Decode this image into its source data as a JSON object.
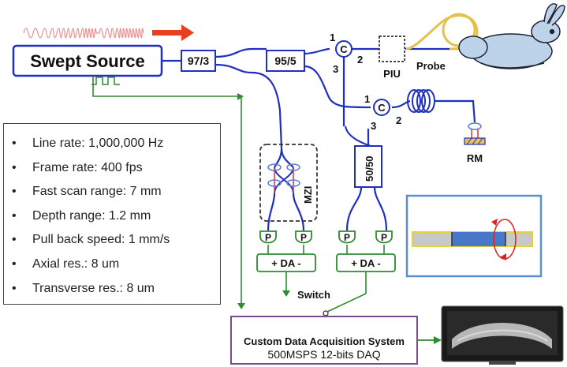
{
  "source": {
    "label": "Swept Source"
  },
  "couplers": {
    "c1": "97/3",
    "c2": "95/5",
    "c3": "50/50"
  },
  "circulators": {
    "top": {
      "center": "C",
      "port1": "1",
      "port2": "2",
      "port3": "3"
    },
    "bottom": {
      "center": "C",
      "port1": "1",
      "port2": "2",
      "port3": "3"
    }
  },
  "labels": {
    "piu": "PIU",
    "probe": "Probe",
    "mzi": "MZI",
    "rm": "RM",
    "switch": "Switch"
  },
  "detectors": {
    "p": "P",
    "da": "+ DA -"
  },
  "daq": {
    "title": "Custom Data Acquisition System",
    "subtitle": "500MSPS 12-bits DAQ"
  },
  "specs": [
    "Line rate: 1,000,000 Hz",
    "Frame rate: 400 fps",
    "Fast scan range: 7 mm",
    "Depth range: 1.2 mm",
    "Pull back speed: 1 mm/s",
    "Axial res.: 8 um",
    "Transverse res.: 8 um"
  ],
  "colors": {
    "fiber": "#1f2fbf",
    "trigger": "#2e8b2e",
    "arrow": "#e8401c",
    "chirp": "#e08080",
    "daq_border": "#7a4a8c",
    "inset_border": "#5b8fd0",
    "catheter": "#4a78c8",
    "mzi_dash": "#333333"
  }
}
